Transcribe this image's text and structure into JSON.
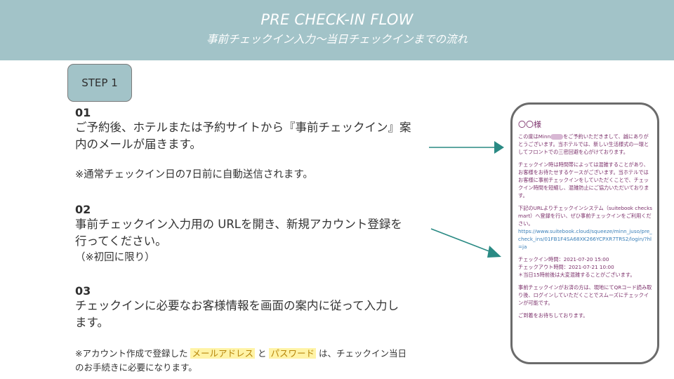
{
  "header": {
    "title": "PRE CHECK-IN FLOW",
    "subtitle": "事前チェックイン入力〜当日チェックインまでの流れ"
  },
  "step_badge": "STEP 1",
  "steps": [
    {
      "number": "01",
      "line1": "ご予約後、ホテルまたは予約サイトから『事前チェックイン』案",
      "line2": "内のメールが届きます。",
      "note": "※通常チェックイン日の7日前に自動送信されます。"
    },
    {
      "number": "02",
      "line1": "事前チェックイン入力用の URLを開き、新規アカウント登録を",
      "line2": "行ってください。",
      "note": "（※初回に限り）"
    },
    {
      "number": "03",
      "line1": "チェックインに必要なお客様情報を画面の案内に従って入力し",
      "line2": "ます。"
    }
  ],
  "footnote": {
    "prefix": "※アカウント作成で登録した",
    "highlight1": "メールアドレス",
    "mid": "と",
    "highlight2": "パスワード",
    "suffix": "は、チェックイン当日",
    "line2": "のお手続きに必要になります。"
  },
  "phone": {
    "greeting": "〇〇様",
    "para1a": "この度はMinn",
    "para1b": "をご予約いただきまして、誠にありがとうございます。当ホテルでは、新しい生活様式の一環としてフロントでの三密回避を心がけております。",
    "para2": "チェックイン時は時間帯によっては混雑することがあり、お客様をお待たせするケースがございます。当ホテルではお客様に事前チェックインをしていただくことで、チェックイン時間を短縮し、混雑防止にご協力いただいております。",
    "para3": "下記のURLよりチェックインシステム（suitebook checksmart）へ登録を行い、ぜひ事前チェックインをご利用ください。",
    "url": "https://www.suitebook.cloud/squeeze/minn_juso/pre_check_ins/01FB1F4SA68XK266YCPXR7TRS2/login/?hl=ja",
    "checkin": "チェックイン時間：2021-07-20 15:00",
    "checkout": "チェックアウト時間：2021-07-21 10:00",
    "crowd_note": "＊当日15時前後は大変混雑することがございます。",
    "para5": "事前チェックインがお済の方は、現地にてQRコード読み取り後、ログインしていただくことでスムーズにチェックインが可能です。",
    "closing": "ご到着をお待ちしております。"
  },
  "colors": {
    "header_bg": "#a2c3c8",
    "arrow": "#2a8a84",
    "highlight": "#fff3a6",
    "phone_text": "#7b2f6a",
    "link": "#3a7fb8"
  }
}
